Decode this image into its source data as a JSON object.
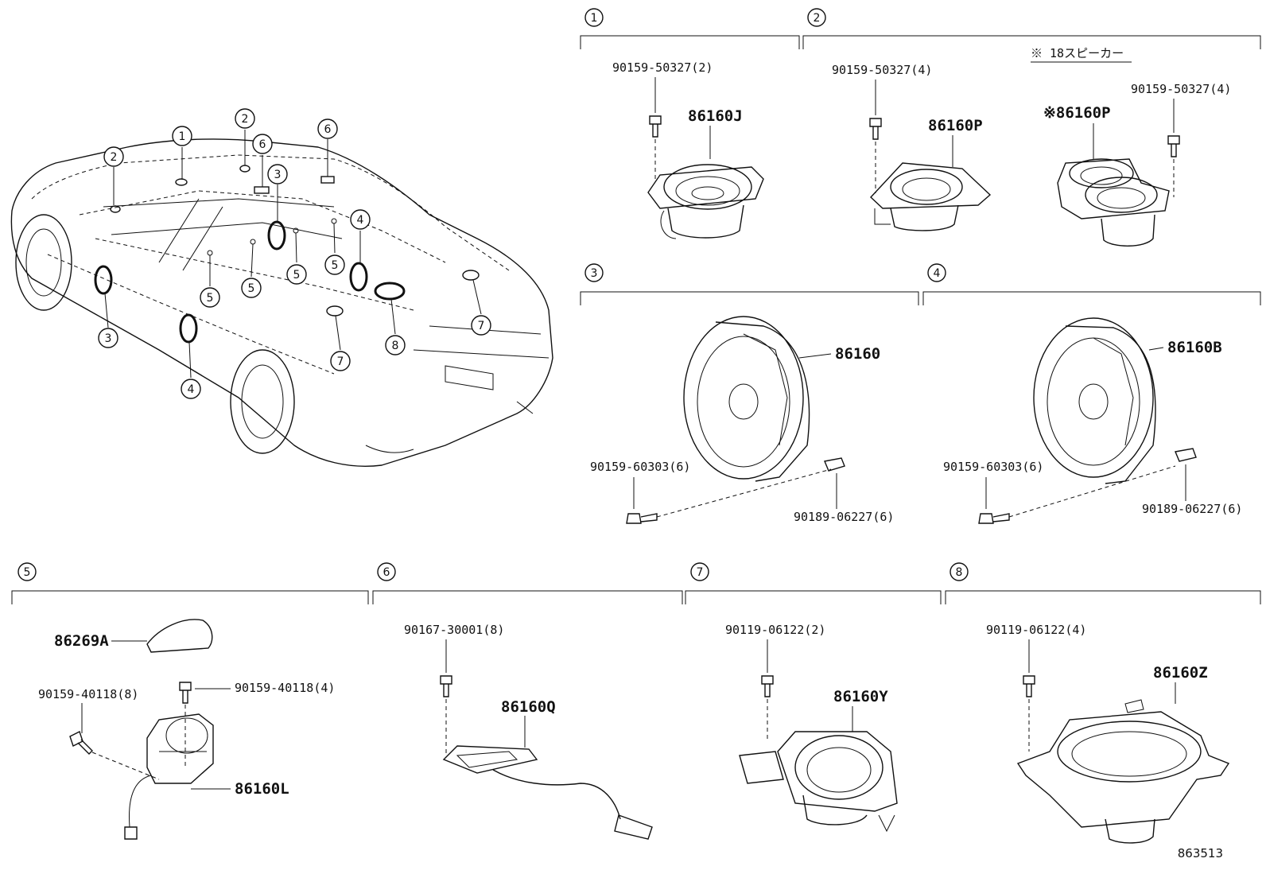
{
  "diagram_id": "863513",
  "group_numbers": [
    "1",
    "2",
    "3",
    "4",
    "5",
    "6",
    "7",
    "8"
  ],
  "note_18_speaker": "※ 18スピーカー",
  "parts": {
    "g1_speaker": "86160J",
    "g1_screw": "90159-50327(2)",
    "g2_speaker": "86160P",
    "g2_screw": "90159-50327(4)",
    "g2_alt_speaker": "※86160P",
    "g2_alt_screw": "90159-50327(4)",
    "g3_speaker": "86160",
    "g3_screw": "90159-60303(6)",
    "g3_nut": "90189-06227(6)",
    "g4_speaker": "86160B",
    "g4_screw": "90159-60303(6)",
    "g4_nut": "90189-06227(6)",
    "g5_cover": "86269A",
    "g5_screw_a": "90159-40118(8)",
    "g5_screw_b": "90159-40118(4)",
    "g5_speaker": "86160L",
    "g6_screw": "90167-30001(8)",
    "g6_module": "86160Q",
    "g7_screw": "90119-06122(2)",
    "g7_speaker": "86160Y",
    "g8_screw": "90119-06122(4)",
    "g8_speaker": "86160Z"
  },
  "car_callouts": [
    "1",
    "2",
    "2",
    "6",
    "6",
    "3",
    "3",
    "4",
    "4",
    "5",
    "5",
    "5",
    "5",
    "7",
    "7",
    "8"
  ]
}
